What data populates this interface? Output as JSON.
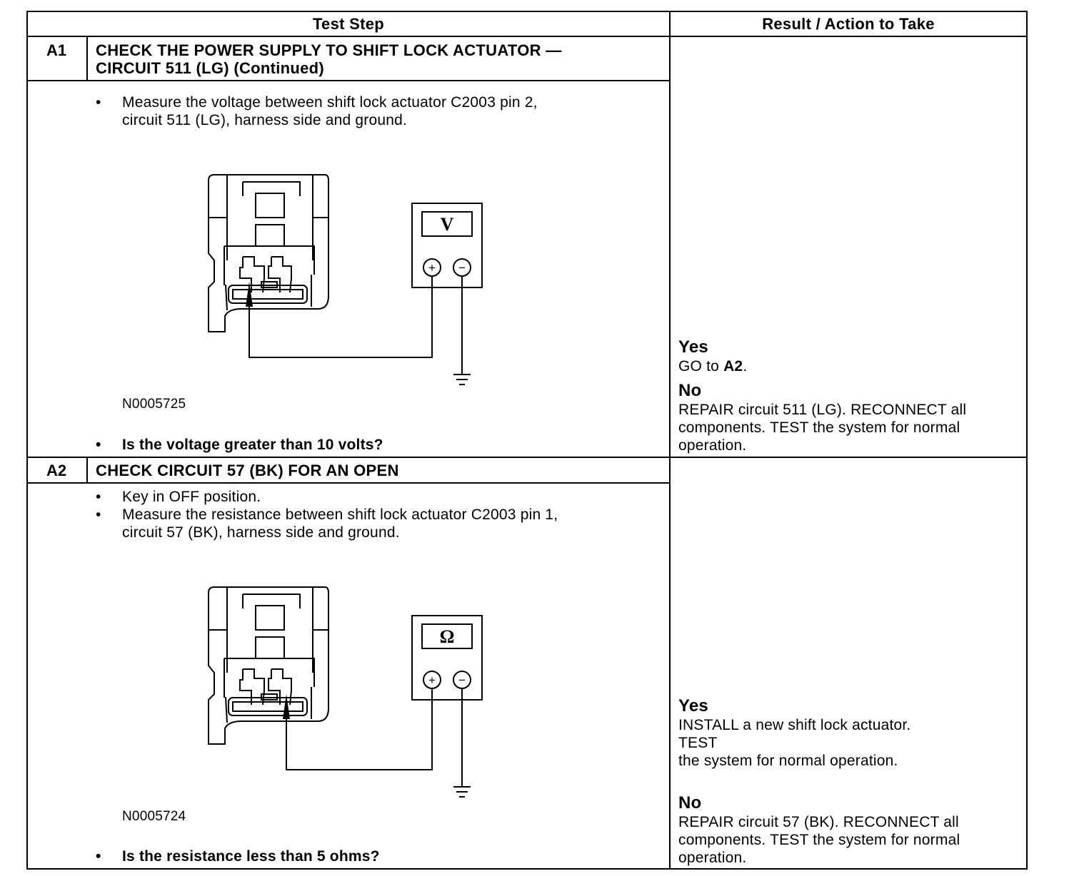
{
  "header": {
    "col1": "Test Step",
    "col2": "Result / Action to Take"
  },
  "steps": [
    {
      "id": "A1",
      "title_line1": "CHECK THE POWER SUPPLY TO SHIFT LOCK ACTUATOR —",
      "title_line2": "CIRCUIT 511 (LG) (Continued)",
      "bullets": [
        {
          "line1": "Measure the voltage between shift lock actuator C2003 pin 2,",
          "line2": "circuit 511 (LG), harness side and ground."
        }
      ],
      "meter_symbol": "V",
      "figure_id": "N0005725",
      "question": "Is the voltage greater than 10 volts?",
      "yes_label": "Yes",
      "yes_action_prefix": "GO to ",
      "yes_action_target": "A2",
      "yes_action_suffix": ".",
      "no_label": "No",
      "no_line1": "REPAIR circuit 511 (LG). RECONNECT all",
      "no_line2": "components. TEST the system for normal",
      "no_line3": "operation."
    },
    {
      "id": "A2",
      "title_line1": "CHECK CIRCUIT 57 (BK) FOR AN OPEN",
      "bullets": [
        {
          "line1": "Key in OFF position."
        },
        {
          "line1": "Measure the resistance between shift lock actuator C2003 pin 1,",
          "line2": "circuit 57 (BK), harness side and ground."
        }
      ],
      "meter_symbol": "Ω",
      "figure_id": "N0005724",
      "question": "Is the resistance less than 5 ohms?",
      "yes_label": "Yes",
      "yes_line1": "INSTALL a new shift lock actuator.",
      "yes_line2": "TEST",
      "yes_line3": "the system for normal operation.",
      "no_label": "No",
      "no_line1": "REPAIR circuit 57 (BK). RECONNECT all",
      "no_line2": "components. TEST the system for normal",
      "no_line3": "operation."
    }
  ],
  "meter_plus": "+",
  "meter_minus": "−",
  "bullet_glyph": "•"
}
